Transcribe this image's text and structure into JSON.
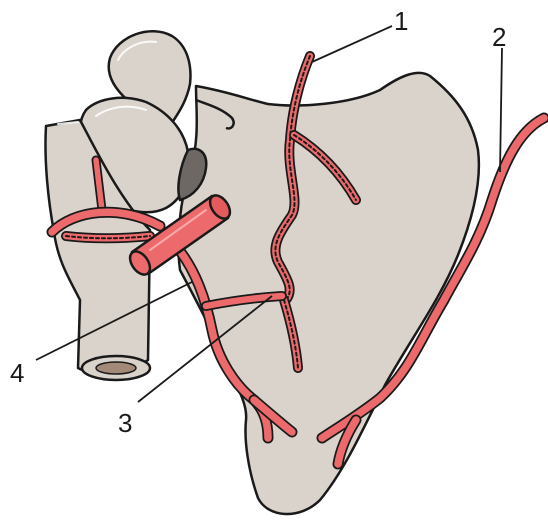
{
  "callouts": [
    {
      "id": "1",
      "text": "1"
    },
    {
      "id": "2",
      "text": "2"
    },
    {
      "id": "3",
      "text": "3"
    },
    {
      "id": "4",
      "text": "4"
    }
  ],
  "colors": {
    "bone": "#d9d3cb",
    "bone_shadow": "#6e6864",
    "artery": "#ec6a6b",
    "outline": "#1a1a1a"
  }
}
